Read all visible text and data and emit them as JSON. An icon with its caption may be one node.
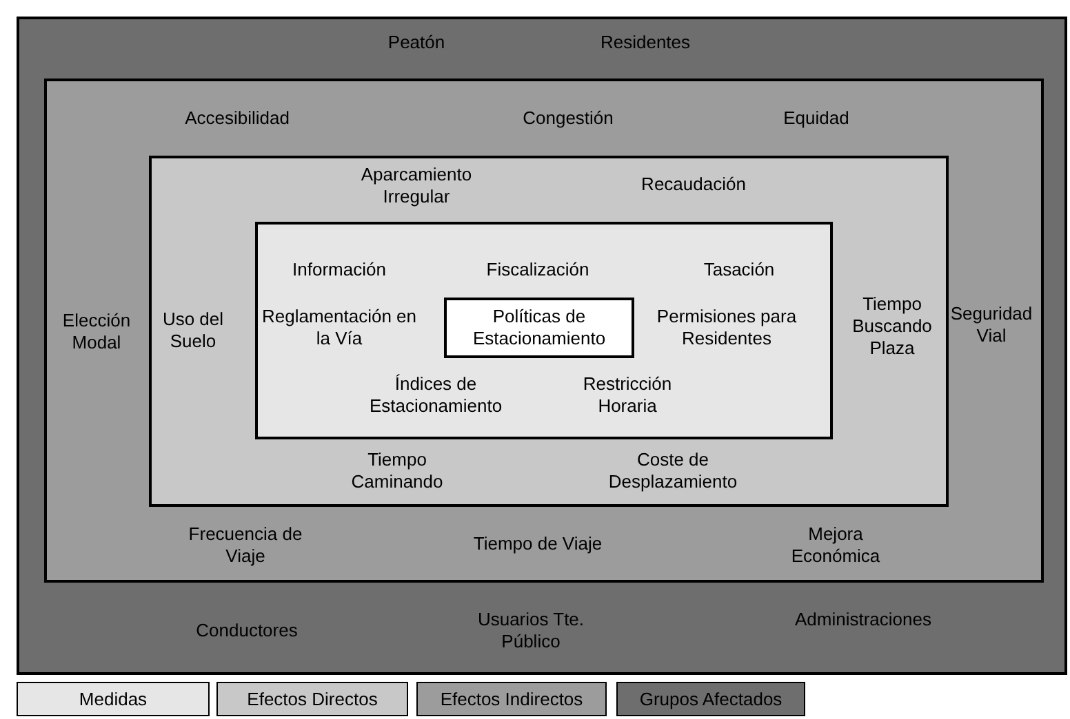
{
  "diagram": {
    "nodes": [
      {
        "text": [
          "Peatón",
          "Residentes",
          "Conductores",
          "Usuarios Tte. Público",
          "Administraciones"
        ]
      },
      {
        "text": [
          "Accesibilidad",
          "Congestión",
          "Equidad",
          "Elección Modal",
          "Seguridad Vial",
          "Frecuencia de Viaje",
          "Tiempo de Viaje",
          "Mejora Económica"
        ],
        "in": 0
      },
      {
        "text": [
          "Aparcamiento Irregular",
          "Recaudación",
          "Uso del Suelo",
          "Tiempo Buscando Plaza",
          "Tiempo Caminando",
          "Coste de Desplazamiento"
        ],
        "in": 1
      },
      {
        "text": [
          "Información",
          "Fiscalización",
          "Tasación",
          "Reglamentación en la Vía",
          "Permisiones para Residentes",
          "Índices de Estacionamiento",
          "Restricción Horaria"
        ],
        "in": 2
      },
      {
        "text": [
          "Políticas de Estacionamiento"
        ],
        "in": 3
      }
    ],
    "edges": [],
    "legend": [
      {
        "text": "Medidas",
        "color": "#e6e6e6"
      },
      {
        "text": "Efectos Directos",
        "color": "#c8c8c8"
      },
      {
        "text": "Efectos Indirectos",
        "color": "#9c9c9c"
      },
      {
        "text": "Grupos Afectados",
        "color": "#6e6e6e"
      }
    ]
  }
}
